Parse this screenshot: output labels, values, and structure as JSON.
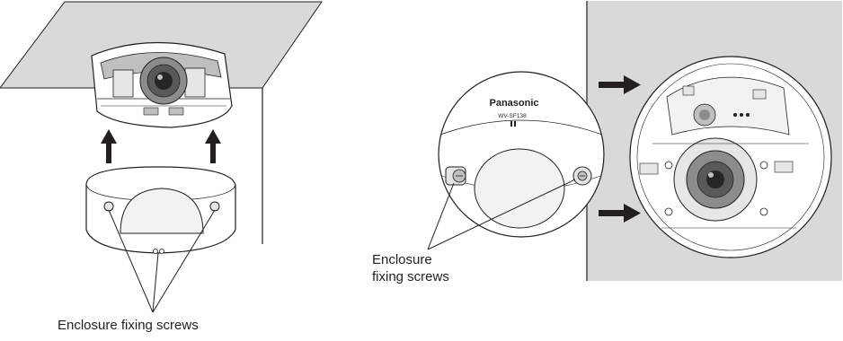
{
  "left_figure": {
    "label": "Enclosure fixing screws"
  },
  "right_figure": {
    "label_line1": "Enclosure",
    "label_line2": "fixing screws",
    "brand": "Panasonic",
    "model": "WV-SF138"
  },
  "colors": {
    "ceiling_fill": "#d9d9d9",
    "wall_fill": "#d9d9d9",
    "line": "#231f20",
    "arrow": "#231f20",
    "dome_fill": "#ffffff",
    "dome_shade": "#e6e6e6"
  },
  "icons": {
    "up_arrows": "up-arrow-icon",
    "right_arrows": "right-arrow-icon"
  }
}
